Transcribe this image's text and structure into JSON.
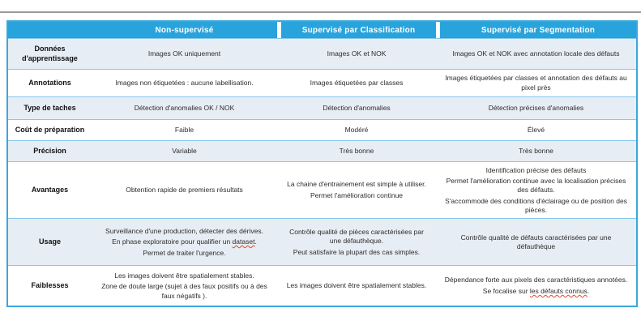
{
  "colors": {
    "header_bg": "#29a3db",
    "header_text": "#ffffff",
    "row_shaded_bg": "#e7edf4",
    "divider": "#85c8ea",
    "outer_border": "#3ba7db",
    "body_text": "#2d2d2d",
    "label_text": "#111111",
    "spellcheck": "#e0462e",
    "top_line": "#9a9a9a"
  },
  "spellcheck_terms": [
    "dataset",
    "les défauts connus"
  ],
  "table": {
    "columns": [
      "Non-supervisé",
      "Supervisé par Classification",
      "Supervisé par Segmentation"
    ],
    "rows": [
      {
        "id": "donnees-apprentissage",
        "label": "Données d'apprentissage",
        "shaded": true,
        "cells": [
          [
            "Images OK uniquement"
          ],
          [
            "Images OK et NOK"
          ],
          [
            "Images OK et NOK avec annotation locale des défauts"
          ]
        ]
      },
      {
        "id": "annotations",
        "label": "Annotations",
        "shaded": false,
        "cells": [
          [
            "Images non étiquetées : aucune labellisation."
          ],
          [
            "Images étiquetées par classes"
          ],
          [
            "Images étiquetées par classes et annotation des défauts au pixel près"
          ]
        ]
      },
      {
        "id": "type-de-taches",
        "label": "Type de taches",
        "shaded": true,
        "cells": [
          [
            "Détection d'anomalies OK / NOK"
          ],
          [
            "Détection d'anomalies"
          ],
          [
            "Détection précises d'anomalies"
          ]
        ]
      },
      {
        "id": "cout-de-preparation",
        "label": "Coût de préparation",
        "shaded": false,
        "cells": [
          [
            "Faible"
          ],
          [
            "Modéré"
          ],
          [
            "Élevé"
          ]
        ]
      },
      {
        "id": "precision",
        "label": "Précision",
        "shaded": true,
        "cells": [
          [
            "Variable"
          ],
          [
            "Très bonne"
          ],
          [
            "Très bonne"
          ]
        ]
      },
      {
        "id": "avantages",
        "label": "Avantages",
        "shaded": false,
        "cells": [
          [
            "Obtention rapide de premiers résultats"
          ],
          [
            "La chaine d'entrainement est simple à utiliser.",
            "Permet l'amélioration continue"
          ],
          [
            "Identification précise des défauts",
            "Permet l'amélioration continue avec la localisation précises des défauts.",
            "S'accommode des conditions d'éclairage ou de position des pièces."
          ]
        ]
      },
      {
        "id": "usage",
        "label": "Usage",
        "shaded": true,
        "cells": [
          [
            "Surveillance d'une production, détecter des dérives.",
            "En phase exploratoire pour qualifier un dataset.",
            "Permet de traiter l'urgence."
          ],
          [
            "Contrôle qualité de pièces caractérisées par une défauthèque.",
            "Peut satisfaire la plupart des cas simples."
          ],
          [
            "Contrôle qualité de défauts caractérisées par une défauthèque"
          ]
        ]
      },
      {
        "id": "faiblesses",
        "label": "Faiblesses",
        "shaded": false,
        "cells": [
          [
            "Les images doivent être spatialement stables.",
            "Zone de doute large (sujet à des faux positifs ou à des faux négatifs )."
          ],
          [
            "Les images doivent être spatialement stables."
          ],
          [
            "Dépendance forte aux pixels des caractéristiques annotées.",
            "Se focalise sur les défauts connus."
          ]
        ]
      }
    ]
  }
}
